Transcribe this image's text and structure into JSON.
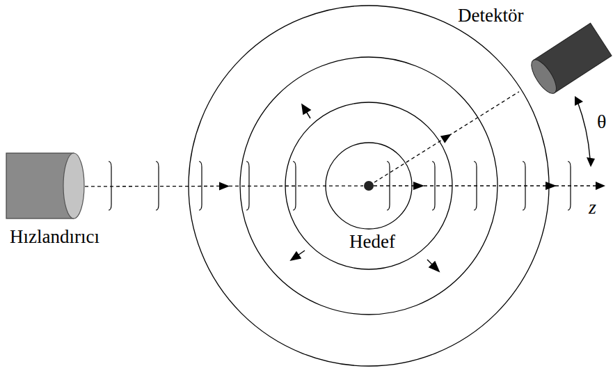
{
  "diagram": {
    "nodes": [
      {
        "text": [
          "Hızlandırıcı"
        ]
      },
      {
        "text": [
          "Hedef"
        ]
      },
      {
        "text": [
          "Detektör"
        ]
      }
    ],
    "edges": [
      {
        "from": 0,
        "to": 1,
        "arrow": "to"
      },
      {
        "from": 1,
        "to": 2,
        "arrow": "to"
      }
    ],
    "labels": [
      "θ",
      "z"
    ]
  }
}
